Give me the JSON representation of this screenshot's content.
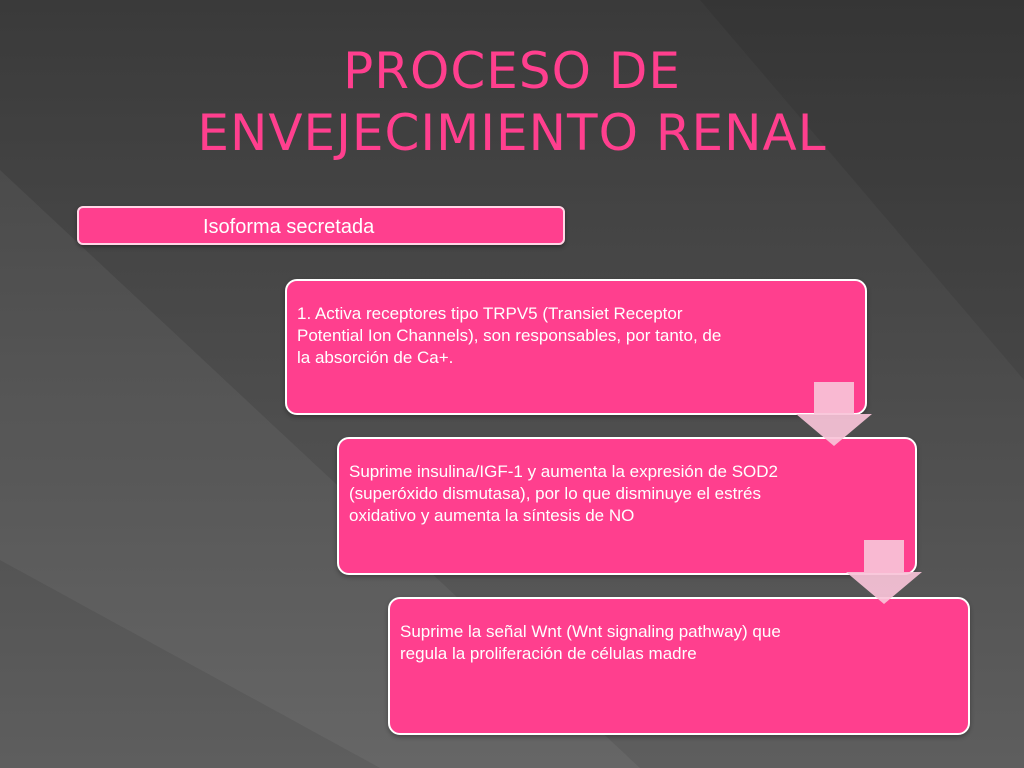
{
  "slide": {
    "title_line1": "PROCESO DE",
    "title_line2": "ENVEJECIMIENTO RENAL",
    "label": "Isoforma secretada",
    "steps": [
      "1. Activa receptores tipo TRPV5 (Transiet Receptor Potential Ion Channels), son responsables, por tanto, de la absorción de Ca+.",
      "Suprime insulina/IGF-1 y aumenta la expresión de SOD2 (superóxido dismutasa), por lo que disminuye el estrés oxidativo y aumenta la síntesis de NO",
      "Suprime la señal Wnt (Wnt signaling pathway) que regula la proliferación de células madre"
    ]
  },
  "colors": {
    "accent": "#ff3f8e",
    "arrow": "#f9c3d8",
    "box_border": "#ffffff"
  }
}
